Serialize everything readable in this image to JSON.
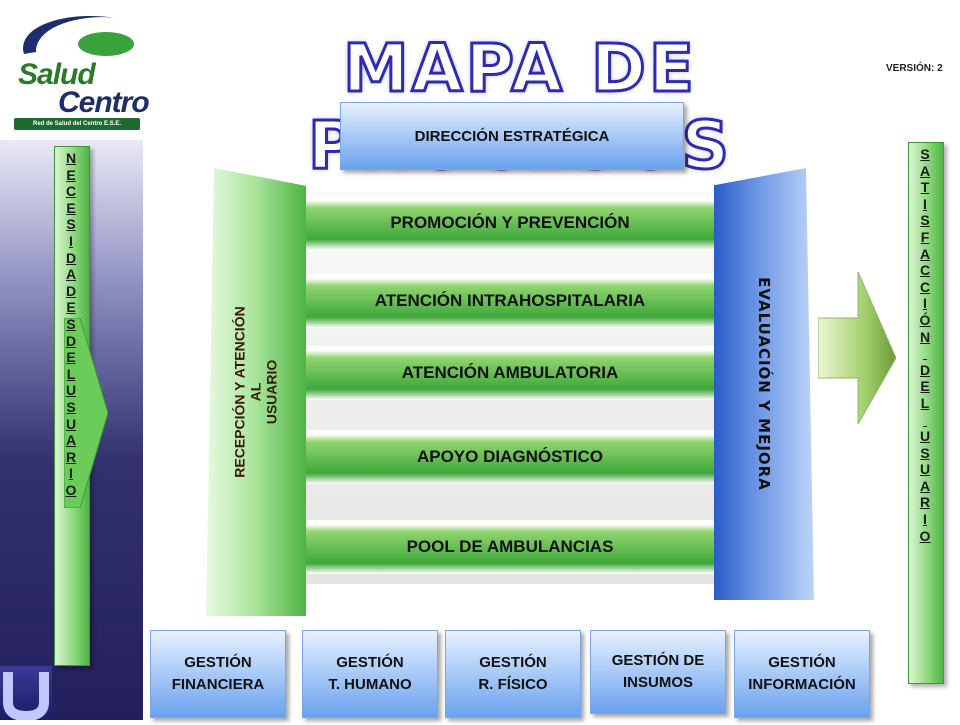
{
  "header": {
    "title": "MAPA DE PROCESOS",
    "version": "VERSIÓN: 2"
  },
  "logo": {
    "line1": "Salud",
    "line2": "Centro",
    "tagline": "Red de Salud del Centro E.S.E."
  },
  "strategic": {
    "label": "DIRECCIÓN ESTRATÉGICA"
  },
  "input_column": {
    "letters": [
      "N",
      "E",
      "C",
      "E",
      "S",
      "I",
      "D",
      "A",
      "D",
      "E",
      "S",
      "D",
      "E",
      "L",
      "U",
      "S",
      "U",
      "A",
      "R",
      "I",
      "O"
    ]
  },
  "output_column": {
    "letters": [
      "S",
      "A",
      "T",
      "I",
      "S",
      "F",
      "A",
      "C",
      "C",
      "I",
      "Ó",
      "N",
      "",
      "D",
      "E",
      "L",
      "",
      "U",
      "S",
      "U",
      "A",
      "R",
      "I",
      "O"
    ]
  },
  "left_panel": {
    "line1": "RECEPCIÓN Y ATENCIÓN",
    "line2": "AL",
    "line3": "USUARIO"
  },
  "right_panel": {
    "label": "EVALUACIÓN Y MEJORA"
  },
  "processes": [
    {
      "label": "PROMOCIÓN  Y PREVENCIÓN"
    },
    {
      "label": "ATENCIÓN INTRAHOSPITALARIA"
    },
    {
      "label": "ATENCIÓN AMBULATORIA"
    },
    {
      "label": "APOYO DIAGNÓSTICO"
    },
    {
      "label": "POOL DE AMBULANCIAS"
    }
  ],
  "support": [
    {
      "line1": "GESTIÓN",
      "line2": "FINANCIERA"
    },
    {
      "line1": "GESTIÓN",
      "line2": "T. HUMANO"
    },
    {
      "line1": "GESTIÓN",
      "line2": "R. FÍSICO"
    },
    {
      "line1": "GESTIÓN DE",
      "line2": "INSUMOS"
    },
    {
      "line1": "GESTIÓN",
      "line2": "INFORMACIÓN"
    }
  ],
  "colors": {
    "title_stroke": "#2d2bb0",
    "green": "#3fa83a",
    "blue": "#6aa1ee",
    "sidebar": "#221f5c"
  }
}
